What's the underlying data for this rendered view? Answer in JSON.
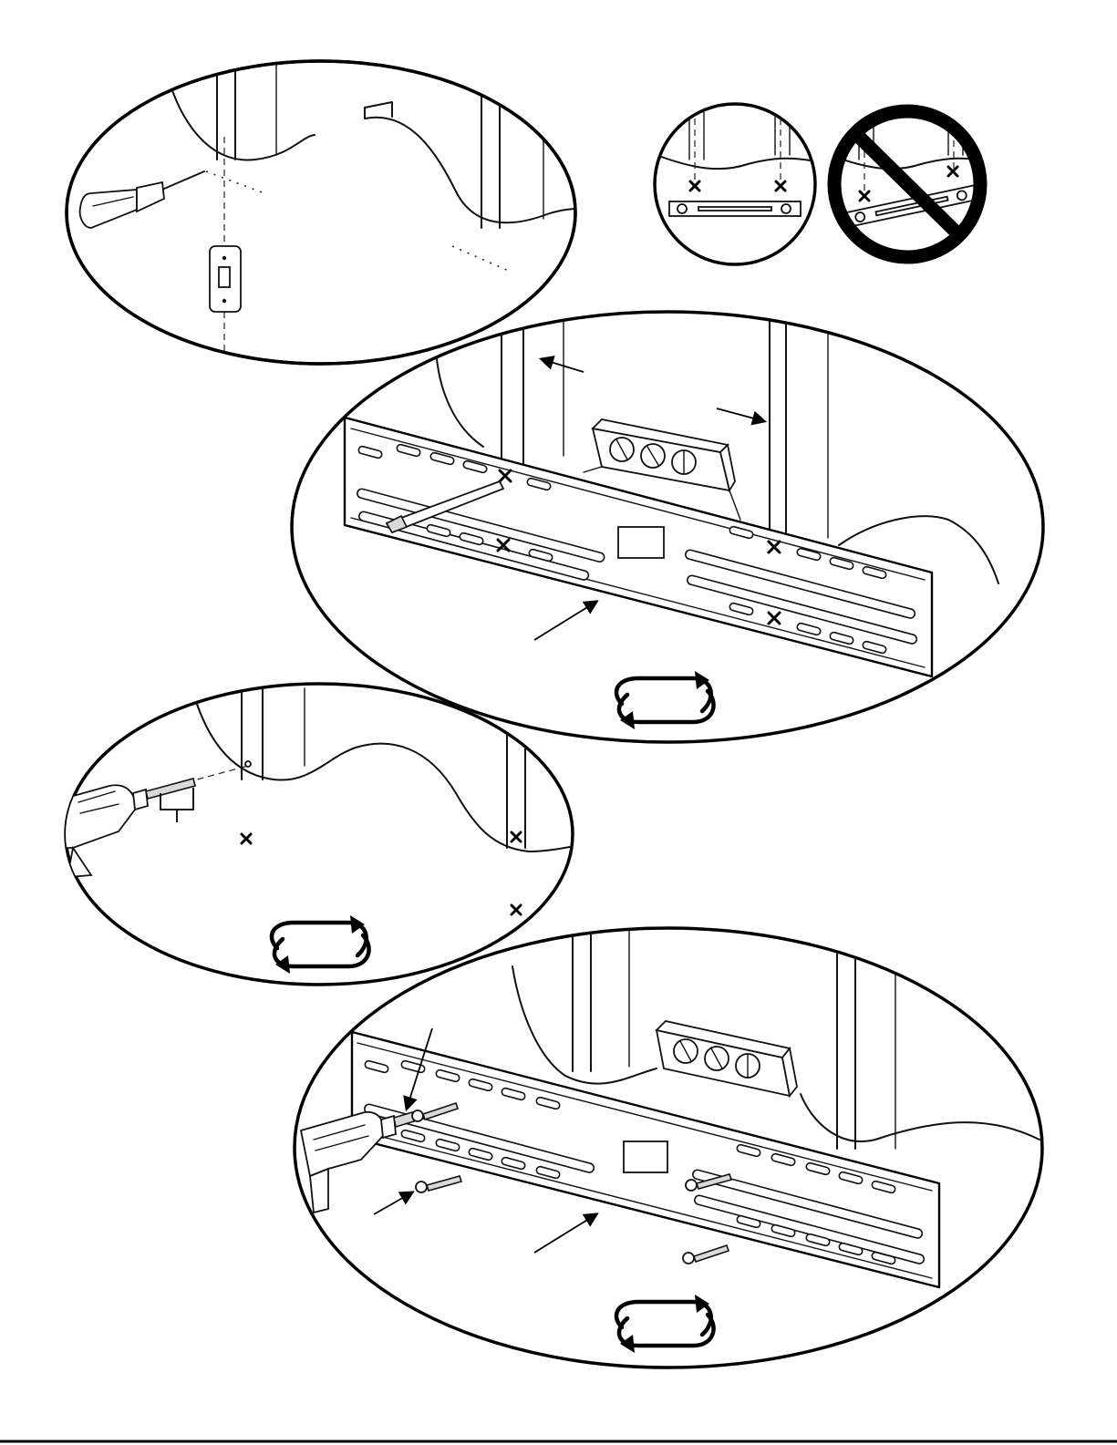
{
  "panels": [
    {
      "id": "stud-finder",
      "description_shown": false
    },
    {
      "id": "level-check-correct"
    },
    {
      "id": "level-check-incorrect"
    },
    {
      "id": "mark-holes"
    },
    {
      "id": "drill-pilot-holes"
    },
    {
      "id": "attach-plate-screws"
    }
  ],
  "icons": {
    "screwdriver": "screwdriver-icon",
    "level": "bubble-level-icon",
    "drill": "power-drill-icon",
    "rotate": "rotate-arrows-icon",
    "prohibited": "prohibited-icon"
  },
  "colors": {
    "ink": "#000000",
    "paper": "#ffffff",
    "shade": "#d9d9d9"
  }
}
